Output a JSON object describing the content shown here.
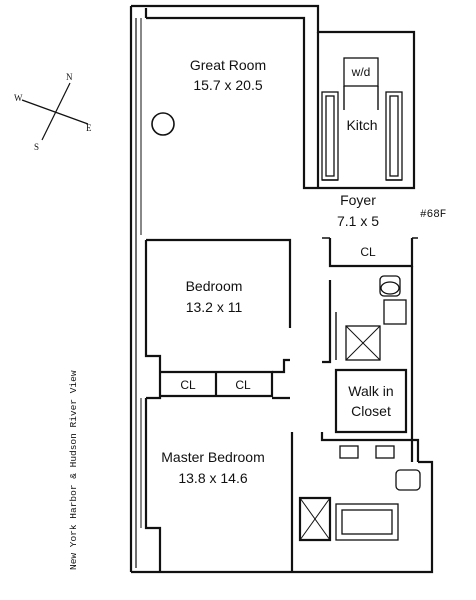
{
  "compass": {
    "n": "N",
    "s": "S",
    "e": "E",
    "w": "W"
  },
  "unit_number": "#68F",
  "side_note": "New York Harbor & Hudson River View",
  "rooms": {
    "great_room": {
      "name": "Great Room",
      "size": "15.7 x 20.5"
    },
    "kitchen": {
      "name": "Kitch"
    },
    "washer_dryer": {
      "name": "w/d"
    },
    "foyer": {
      "name": "Foyer",
      "size": "7.1 x 5"
    },
    "closet_foyer": {
      "name": "CL"
    },
    "bedroom": {
      "name": "Bedroom",
      "size": "13.2 x 11"
    },
    "closet_left": {
      "name": "CL"
    },
    "closet_right": {
      "name": "CL"
    },
    "walk_in_closet": {
      "line1": "Walk in",
      "line2": "Closet"
    },
    "master_bedroom": {
      "name": "Master Bedroom",
      "size": "13.8 x 14.6"
    }
  }
}
